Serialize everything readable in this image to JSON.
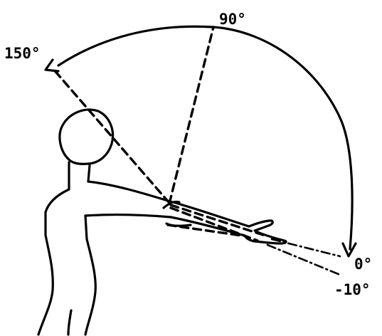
{
  "labels": {
    "angle_150": "150°",
    "angle_90": "90°",
    "angle_0": "0°",
    "angle_minus_10": "-10°"
  },
  "colors": {
    "ink": "#000000",
    "background": "#ffffff"
  }
}
